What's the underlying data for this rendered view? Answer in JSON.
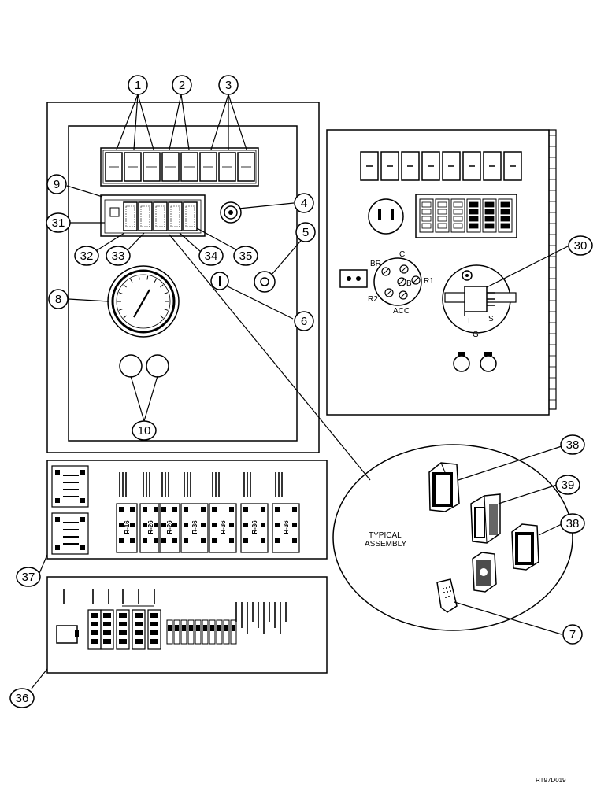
{
  "callouts": [
    {
      "id": "c1",
      "label": "1"
    },
    {
      "id": "c2",
      "label": "2"
    },
    {
      "id": "c3",
      "label": "3"
    },
    {
      "id": "c4",
      "label": "4"
    },
    {
      "id": "c5",
      "label": "5"
    },
    {
      "id": "c6",
      "label": "6"
    },
    {
      "id": "c7",
      "label": "7"
    },
    {
      "id": "c8",
      "label": "8"
    },
    {
      "id": "c9",
      "label": "9"
    },
    {
      "id": "c10",
      "label": "10"
    },
    {
      "id": "c30",
      "label": "30"
    },
    {
      "id": "c31",
      "label": "31"
    },
    {
      "id": "c32",
      "label": "32"
    },
    {
      "id": "c33",
      "label": "33"
    },
    {
      "id": "c34",
      "label": "34"
    },
    {
      "id": "c35",
      "label": "35"
    },
    {
      "id": "c36",
      "label": "36"
    },
    {
      "id": "c37",
      "label": "37"
    },
    {
      "id": "c38a",
      "label": "38"
    },
    {
      "id": "c38b",
      "label": "38"
    },
    {
      "id": "c39",
      "label": "39"
    }
  ],
  "ignition_terminals": {
    "br": "BR",
    "c": "C",
    "r1": "R1",
    "b": "B",
    "r2": "R2",
    "acc": "ACC"
  },
  "key_switch_positions": {
    "i": "I",
    "s": "S",
    "g": "G"
  },
  "detail_label": [
    "TYPICAL",
    "ASSEMBLY"
  ],
  "decal_37_labels": [
    "R-16",
    "R-26",
    "R-26",
    "R-36",
    "R-36",
    "R-36",
    "R-36"
  ],
  "reference_code": "RT97D019"
}
